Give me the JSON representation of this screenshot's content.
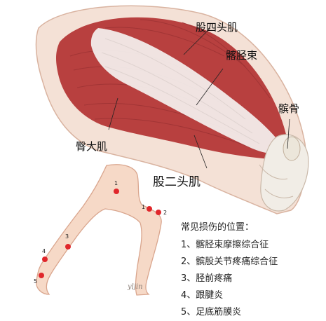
{
  "labels": {
    "quadriceps": "股四头肌",
    "it_band": "髂胫束",
    "patella": "髌骨",
    "gluteus_maximus": "臀大肌",
    "biceps_femoris": "股二头肌"
  },
  "injury_markers": [
    "1",
    "1",
    "2",
    "3",
    "4",
    "5"
  ],
  "injury_list": {
    "title": "常见损伤的位置：",
    "items": [
      "1、髂胫束摩擦综合征",
      "2、髌股关节疼痛综合征",
      "3、胫前疼痛",
      "4、跟腱炎",
      "5、足底筋膜炎"
    ]
  },
  "signature": "yljin",
  "colors": {
    "muscle": "#b8403f",
    "muscle_dark": "#8f2c2e",
    "tendon": "#f2ecea",
    "skin": "#f6d9c7",
    "skin_outline": "#d9a58d",
    "marker": "#e0262b"
  }
}
